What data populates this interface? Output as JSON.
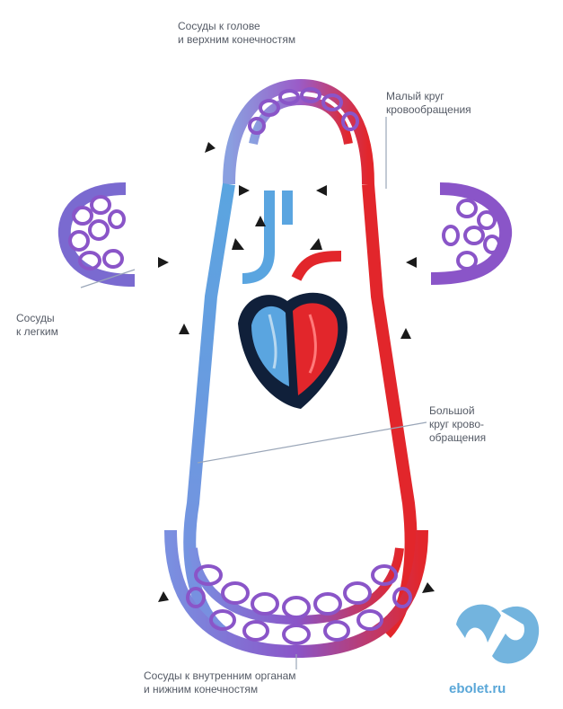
{
  "labels": {
    "top_line1": "Сосуды к голове",
    "top_line2": "и верхним конечностям",
    "small_line1": "Малый круг",
    "small_line2": "кровообращения",
    "lungs_line1": "Сосуды",
    "lungs_line2": "к легким",
    "big_line1": "Большой",
    "big_line2": "круг крово-",
    "big_line3": "обращения",
    "bottom_line1": "Сосуды к внутренним органам",
    "bottom_line2": "и нижним конечностям"
  },
  "watermark": {
    "text": "ebolet.ru"
  },
  "colors": {
    "venous": "#5aa5e0",
    "arterial": "#e2262b",
    "capillary": "#7a4fb8",
    "heart_dark": "#10203a",
    "arrow": "#1a1a1a",
    "leader": "#9aa6b8"
  }
}
